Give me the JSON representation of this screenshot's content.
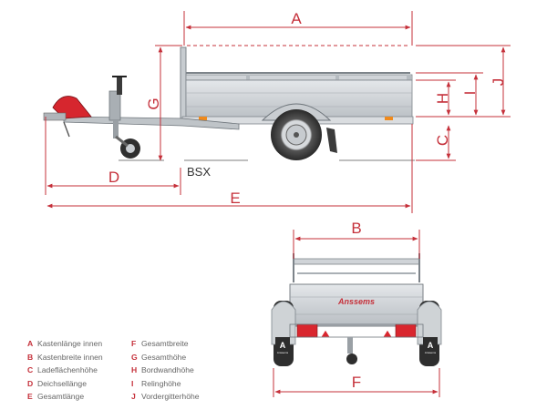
{
  "dimension_letters": {
    "A": "A",
    "B": "B",
    "C": "C",
    "D": "D",
    "E": "E",
    "F": "F",
    "G": "G",
    "H": "H",
    "I": "I",
    "J": "J"
  },
  "bsx_label": "BSX",
  "brand_label": "Anssems",
  "corner_badge": "A",
  "corner_badge_sub": "Anssems",
  "legend": {
    "left": [
      {
        "key": "A",
        "text": "Kastenlänge innen"
      },
      {
        "key": "B",
        "text": "Kastenbreite innen"
      },
      {
        "key": "C",
        "text": "Ladeflächenhöhe"
      },
      {
        "key": "D",
        "text": "Deichsellänge"
      },
      {
        "key": "E",
        "text": "Gesamtlänge"
      }
    ],
    "right": [
      {
        "key": "F",
        "text": "Gesamtbreite"
      },
      {
        "key": "G",
        "text": "Gesamthöhe"
      },
      {
        "key": "H",
        "text": "Bordwandhöhe"
      },
      {
        "key": "I",
        "text": "Relinghöhe"
      },
      {
        "key": "J",
        "text": "Vordergitterhöhe"
      }
    ]
  },
  "colors": {
    "accent": "#c5303a",
    "metal": "#cfd3d6",
    "metal_dark": "#8a9096",
    "tire": "#3a3a3a",
    "lamp_red": "#d9262e",
    "lamp_orange": "#f08a1c"
  }
}
